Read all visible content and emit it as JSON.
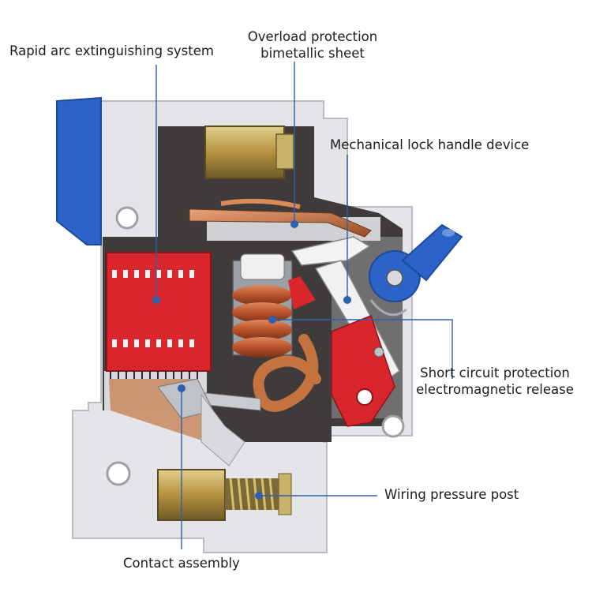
{
  "labels": {
    "rapid_arc": "Rapid arc extinguishing system",
    "overload_line1": "Overload protection",
    "overload_line2": "bimetallic sheet",
    "mech_lock": "Mechanical lock handle device",
    "short_circuit_line1": "Short circuit protection",
    "short_circuit_line2": "electromagnetic release",
    "wiring_post": "Wiring pressure post",
    "contact": "Contact assembly"
  },
  "colors": {
    "leader": "#2f5fae",
    "housing": "#e3e5e8",
    "housing_dark": "#b9bdc3",
    "cavity": "#3e3b3a",
    "red": "#d9262c",
    "blue": "#2c63c8",
    "copper": "#c96a3a",
    "brass": "#b99a4a"
  }
}
